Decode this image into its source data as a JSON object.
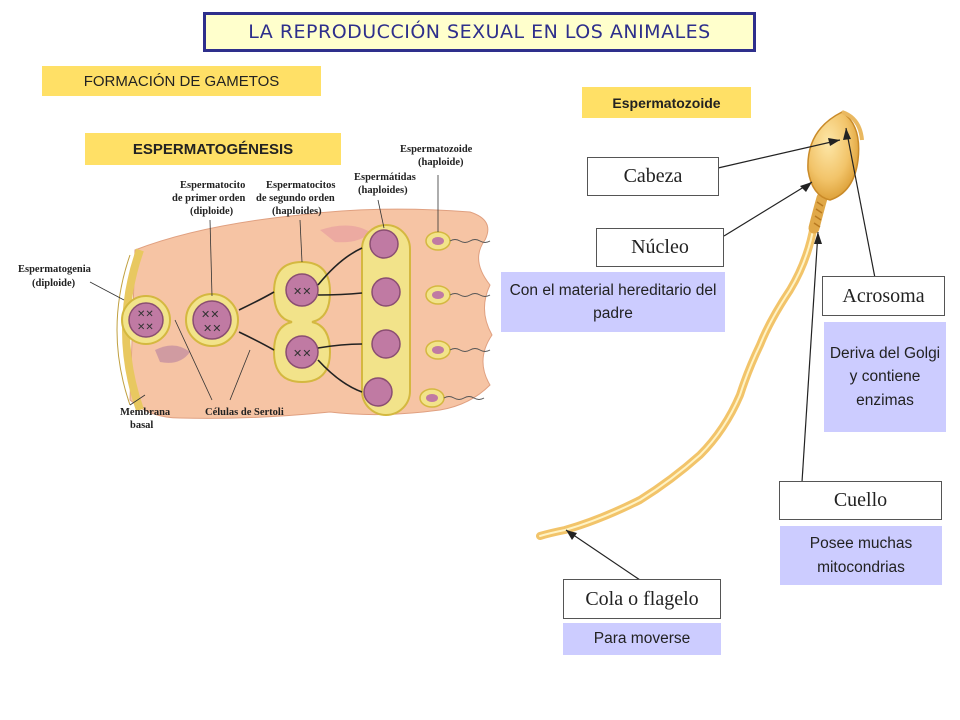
{
  "title": "LA REPRODUCCIÓN SEXUAL EN LOS ANIMALES",
  "section_tag": "FORMACIÓN DE GAMETOS",
  "process_tag": "ESPERMATOGÉNESIS",
  "sperm_tag": "Espermatozoide",
  "spermatogenesis_diagram": {
    "labels": {
      "espermatogonia": [
        "Espermatogenia",
        "(diploide)"
      ],
      "espermatocito1": [
        "Espermatocito",
        "de primer orden",
        "(diploide)"
      ],
      "espermatocito2": [
        "Espermatocitos",
        "de segundo orden",
        "(haploides)"
      ],
      "espermatidas": [
        "Espermátidas",
        "(haploides)"
      ],
      "espermatozoide": [
        "Espermatozoide",
        "(haploide)"
      ],
      "membrana": [
        "Membrana",
        "basal"
      ],
      "sertoli": "Células de Sertoli"
    }
  },
  "parts": {
    "cabeza": {
      "label": "Cabeza"
    },
    "nucleo": {
      "label": "Núcleo",
      "desc": "Con el material hereditario del padre"
    },
    "acrosoma": {
      "label": "Acrosoma",
      "desc": "Deriva del Golgi y contiene enzimas"
    },
    "cuello": {
      "label": "Cuello",
      "desc": "Posee muchas mitocondrias"
    },
    "cola": {
      "label": "Cola o flagelo",
      "desc": "Para moverse"
    }
  },
  "colors": {
    "title_border": "#2e2f8c",
    "title_bg": "#ffffcc",
    "tag_bg": "#ffe066",
    "desc_bg": "#ccccff",
    "tissue": "#f6c4a4",
    "cell": "#f2e38a",
    "nucleus": "#c07aa3",
    "sperm": "#f2c46a"
  }
}
